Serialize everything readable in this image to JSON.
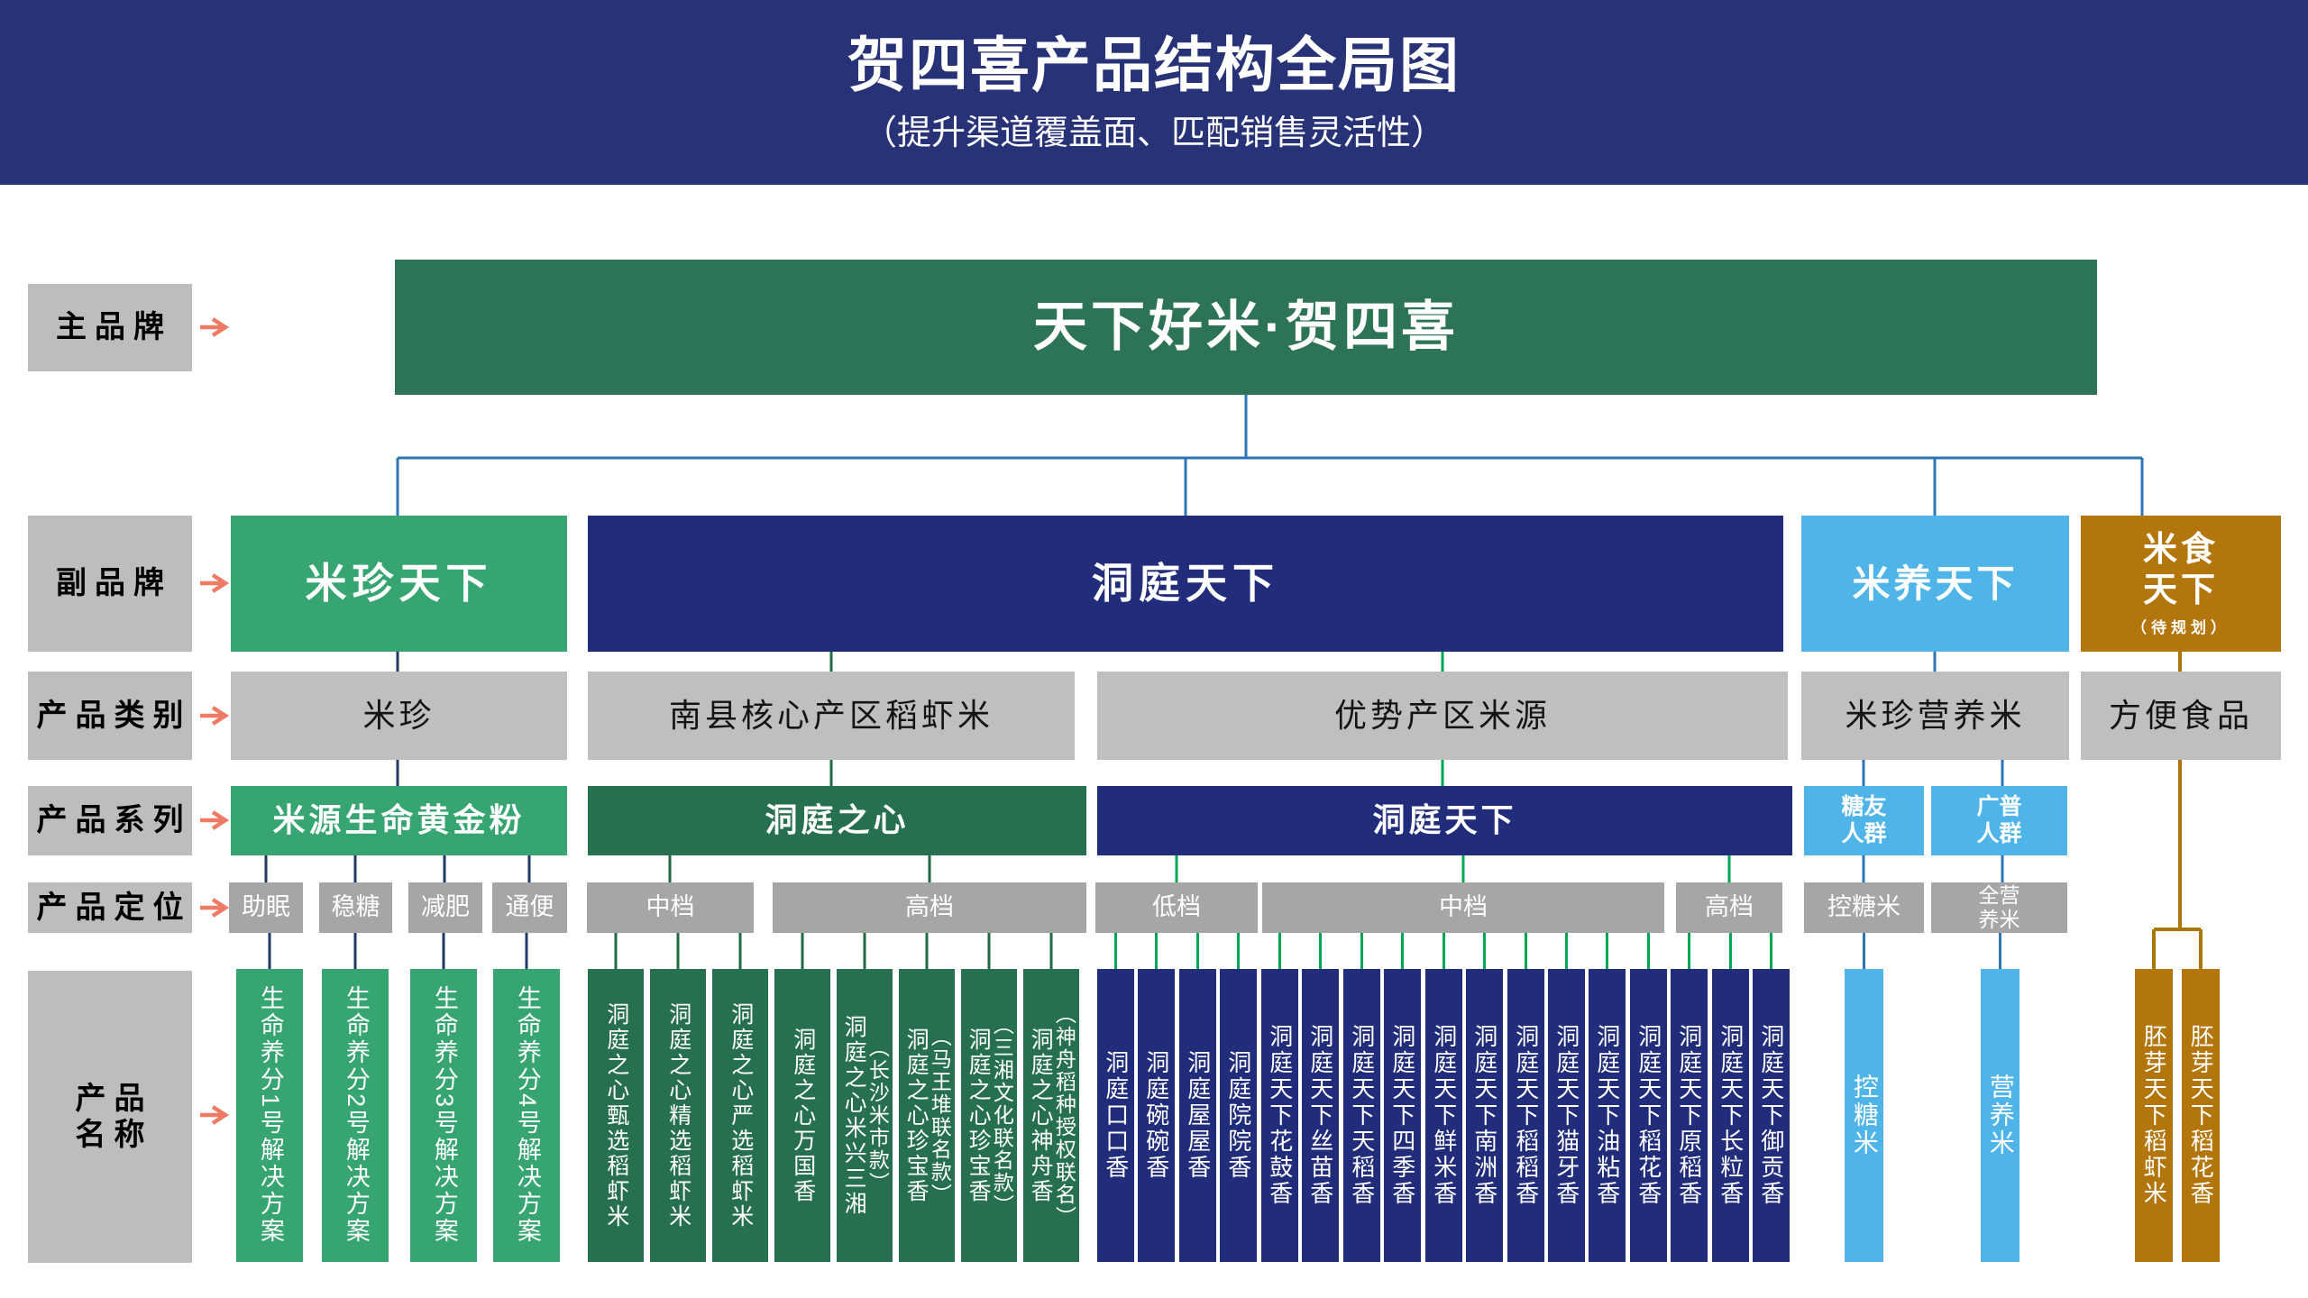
{
  "header": {
    "title": "贺四喜产品结构全局图",
    "subtitle": "（提升渠道覆盖面、匹配销售灵活性）"
  },
  "row_labels": {
    "main_brand": "主品牌",
    "sub_brand": "副品牌",
    "category": "产品类别",
    "series": "产品系列",
    "positioning": "产品定位",
    "product_name": "产品\n名称"
  },
  "main_brand": {
    "name": "天下好米·贺四喜"
  },
  "sub_brands": {
    "mizhen": "米珍天下",
    "dongting": "洞庭天下",
    "miyang": "米养天下",
    "mishi": "米食\n天下",
    "mishi_note": "（待规划）"
  },
  "categories": {
    "mizhen": "米珍",
    "nanxian": "南县核心产区稻虾米",
    "youshi": "优势产区米源",
    "mizhen_nutrition": "米珍营养米",
    "convenience": "方便食品"
  },
  "series": {
    "miyuan": "米源生命黄金粉",
    "dongting_heart": "洞庭之心",
    "dongting_tianxia": "洞庭天下",
    "tangyou": "糖友\n人群",
    "guangpu": "广普\n人群"
  },
  "positioning": {
    "zhumian": "助眠",
    "wentang": "稳糖",
    "jianfei": "减肥",
    "tongbian": "通便",
    "heart_mid": "中档",
    "heart_high": "高档",
    "dt_low": "低档",
    "dt_mid": "中档",
    "dt_high": "高档",
    "kongtang": "控糖米",
    "quanying": "全营\n养米"
  },
  "products": {
    "miyuan": [
      "生命养分1号解决方案",
      "生命养分2号解决方案",
      "生命养分3号解决方案",
      "生命养分4号解决方案"
    ],
    "dongting_heart": [
      {
        "name": "洞庭之心甄选稻虾米",
        "note": ""
      },
      {
        "name": "洞庭之心精选稻虾米",
        "note": ""
      },
      {
        "name": "洞庭之心严选稻虾米",
        "note": ""
      },
      {
        "name": "洞庭之心万国香",
        "note": ""
      },
      {
        "name": "洞庭之心米兴三湘",
        "note": "（长沙米市款）"
      },
      {
        "name": "洞庭之心珍宝香",
        "note": "（马王堆联名款）"
      },
      {
        "name": "洞庭之心珍宝香",
        "note": "（三湘文化联名款）"
      },
      {
        "name": "洞庭之心神舟香",
        "note": "（神舟稻种授权联名）"
      }
    ],
    "dongting_tianxia": [
      "洞庭口口香",
      "洞庭碗碗香",
      "洞庭屋屋香",
      "洞庭院院香",
      "洞庭天下花鼓香",
      "洞庭天下丝苗香",
      "洞庭天下天稻香",
      "洞庭天下四季香",
      "洞庭天下鲜米香",
      "洞庭天下南洲香",
      "洞庭天下稻稻香",
      "洞庭天下猫牙香",
      "洞庭天下油粘香",
      "洞庭天下稻花香",
      "洞庭天下原稻香",
      "洞庭天下长粒香",
      "洞庭天下御贡香"
    ],
    "miyang": [
      "控糖米",
      "营养米"
    ],
    "mishi": [
      "胚芽天下稻虾米",
      "胚芽天下稻花香"
    ]
  },
  "colors": {
    "banner": "#283277",
    "navy": "#212C7B",
    "deep_green": "#2D7355",
    "dark_green": "#27704F",
    "green": "#36A572",
    "light_blue": "#4FB5E8",
    "gold": "#B3760C",
    "gray": "#BFBFBF",
    "positioning_gray": "#A6A6A6",
    "connector_blue": "#2E75B6",
    "connector_navy": "#1F3864",
    "connector_dark_green": "#1E6B45",
    "connector_green": "#00A651",
    "connector_gold": "#A97607",
    "arrow": "#ED7B66"
  }
}
